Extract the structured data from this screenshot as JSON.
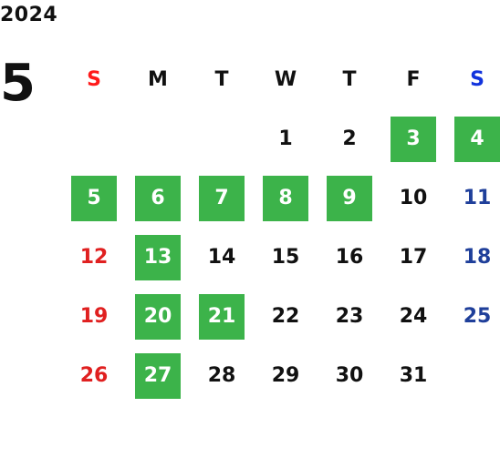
{
  "calendar": {
    "year": "2024",
    "month": "5",
    "weekdays": [
      "S",
      "M",
      "T",
      "W",
      "T",
      "F",
      "S"
    ],
    "colors": {
      "highlight": "#3cb34a",
      "sunday": "#e02020",
      "saturday": "#1f3f9a",
      "text": "#111111"
    },
    "weeks": [
      [
        {
          "day": ""
        },
        {
          "day": ""
        },
        {
          "day": ""
        },
        {
          "day": "1",
          "highlight": false
        },
        {
          "day": "2",
          "highlight": false
        },
        {
          "day": "3",
          "highlight": true
        },
        {
          "day": "4",
          "highlight": true
        }
      ],
      [
        {
          "day": "5",
          "highlight": true
        },
        {
          "day": "6",
          "highlight": true
        },
        {
          "day": "7",
          "highlight": true
        },
        {
          "day": "8",
          "highlight": true
        },
        {
          "day": "9",
          "highlight": true
        },
        {
          "day": "10",
          "highlight": false
        },
        {
          "day": "11",
          "highlight": false
        }
      ],
      [
        {
          "day": "12",
          "highlight": false
        },
        {
          "day": "13",
          "highlight": true
        },
        {
          "day": "14",
          "highlight": false
        },
        {
          "day": "15",
          "highlight": false
        },
        {
          "day": "16",
          "highlight": false
        },
        {
          "day": "17",
          "highlight": false
        },
        {
          "day": "18",
          "highlight": false
        }
      ],
      [
        {
          "day": "19",
          "highlight": false
        },
        {
          "day": "20",
          "highlight": true
        },
        {
          "day": "21",
          "highlight": true
        },
        {
          "day": "22",
          "highlight": false
        },
        {
          "day": "23",
          "highlight": false
        },
        {
          "day": "24",
          "highlight": false
        },
        {
          "day": "25",
          "highlight": false
        }
      ],
      [
        {
          "day": "26",
          "highlight": false
        },
        {
          "day": "27",
          "highlight": true
        },
        {
          "day": "28",
          "highlight": false
        },
        {
          "day": "29",
          "highlight": false
        },
        {
          "day": "30",
          "highlight": false
        },
        {
          "day": "31",
          "highlight": false
        },
        {
          "day": ""
        }
      ]
    ]
  }
}
